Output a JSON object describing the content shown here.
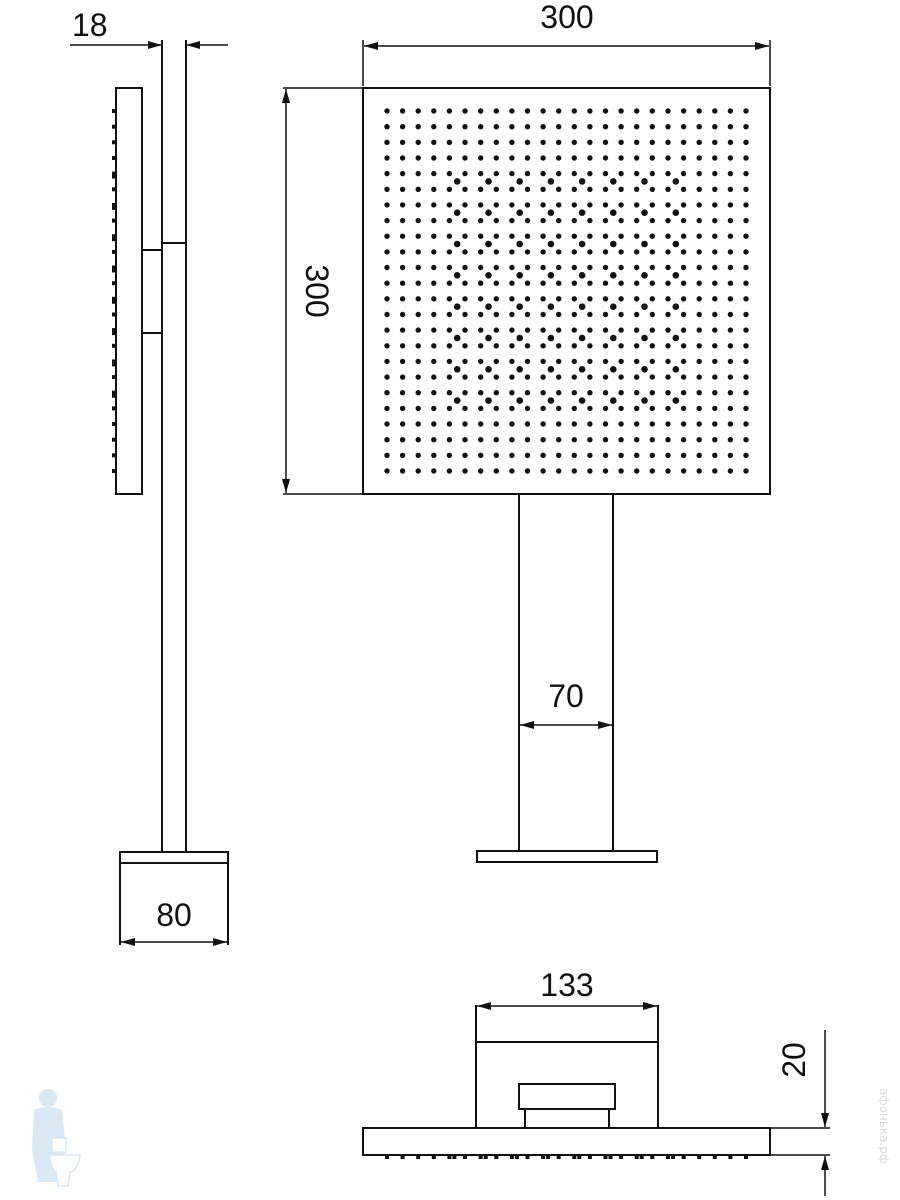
{
  "drawing": {
    "subject": "Square overhead shower head with wall arm",
    "views": [
      "side-view",
      "front-view",
      "bottom-view"
    ]
  },
  "dimensions": {
    "arm_thickness": "18",
    "head_width": "300",
    "head_height": "300",
    "arm_width": "70",
    "flange_width": "80",
    "mount_width": "133",
    "head_thickness": "20"
  },
  "nozzle_grid": {
    "columns": 24,
    "rows": 24,
    "accent_columns": 8,
    "accent_rows": 8
  },
  "watermark": {
    "text": "афонька.рф",
    "logo": "plumber-with-toilet-logo"
  },
  "colors": {
    "line": "#111111",
    "background": "#ffffff",
    "watermark": "#b9d7ee"
  }
}
